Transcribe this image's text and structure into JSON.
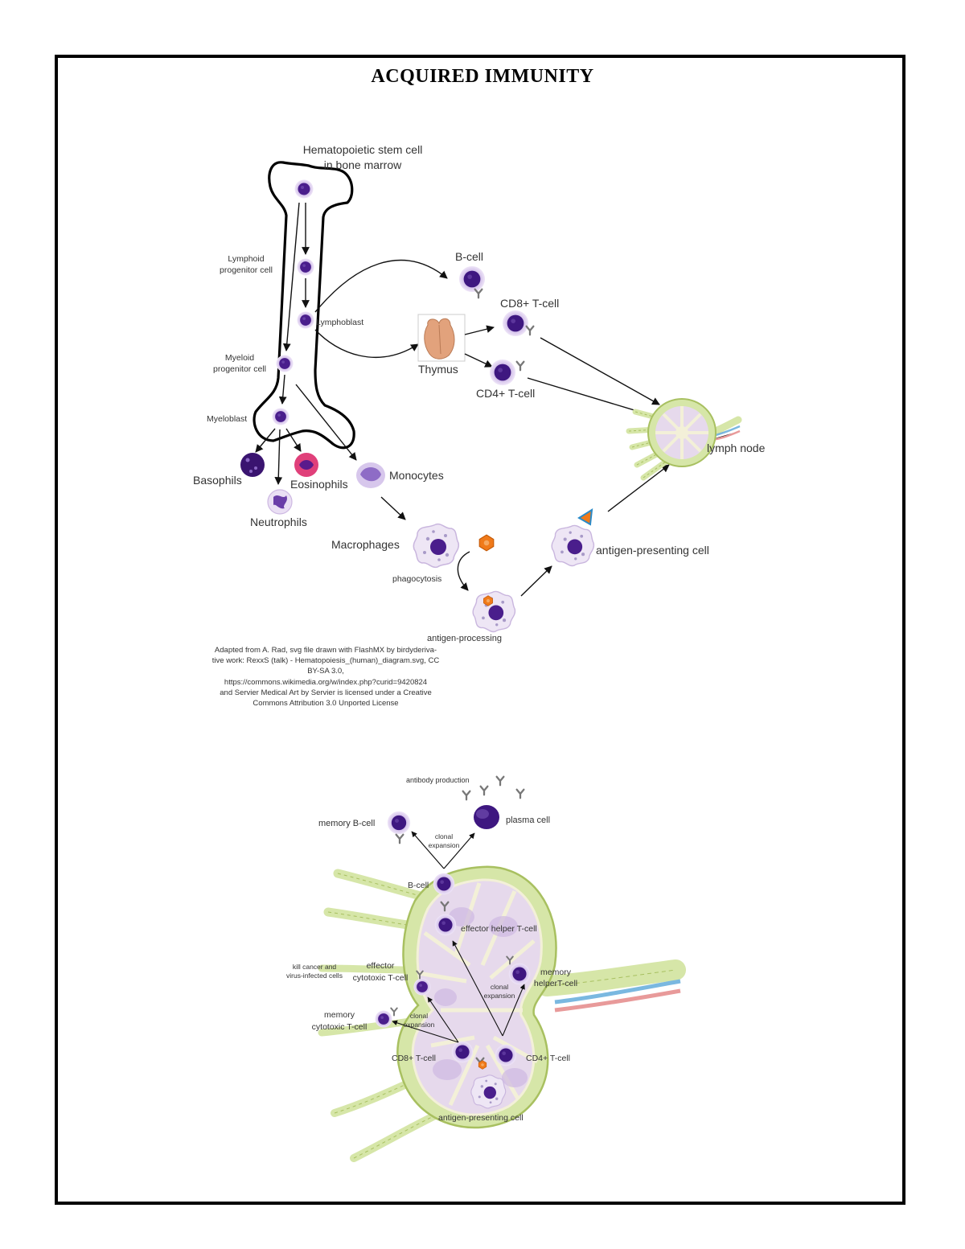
{
  "title": "ACQUIRED IMMUNITY",
  "colors": {
    "cell_dark": "#4a1e8c",
    "cell_halo": "#d9c9ee",
    "lymph_green": "#d6e6a8",
    "lymph_outline": "#a8c060",
    "lymph_interior": "#e6d9ec",
    "antigen_orange": "#f07a1a",
    "eosinophil_pink": "#e0407a"
  },
  "diagram1": {
    "stem_cell": [
      "Hematopoietic stem cell",
      "in bone marrow"
    ],
    "lymphoid": [
      "Lymphoid",
      "progenitor cell"
    ],
    "lymphoblast": "Lymphoblast",
    "myeloid": [
      "Myeloid",
      "progenitor cell"
    ],
    "myeloblast": "Myeloblast",
    "basophils": "Basophils",
    "eosinophils": "Eosinophils",
    "neutrophils": "Neutrophils",
    "monocytes": "Monocytes",
    "macrophages": "Macrophages",
    "phagocytosis": "phagocytosis",
    "antigen_processing": "antigen-processing",
    "antigen_presenting_cell": "antigen-presenting cell",
    "b_cell": "B-cell",
    "cd8": "CD8+ T-cell",
    "cd4": "CD4+ T-cell",
    "thymus": "Thymus",
    "lymph_node": "lymph node"
  },
  "credit_lines": [
    "Adapted from A. Rad, svg file drawn with FlashMX by  birdyderiva-",
    "tive work: RexxS (talk) - Hematopoiesis_(human)_diagram.svg, CC",
    "BY-SA 3.0,",
    "https://commons.wikimedia.org/w/index.php?curid=9420824",
    "and Servier Medical Art by Servier is licensed under a Creative",
    "Commons Attribution 3.0 Unported License"
  ],
  "diagram2": {
    "antibody_production": "antibody production",
    "memory_b_cell": "memory B-cell",
    "plasma_cell": "plasma cell",
    "clonal_expansion": [
      "clonal",
      "expansion"
    ],
    "b_cell": "B-cell",
    "effector_helper": "effector helper T-cell",
    "kill": [
      "kill cancer and",
      "virus-infected cells"
    ],
    "effector_cytotoxic": [
      "effector",
      "cytotoxic T-cell"
    ],
    "memory_helper": [
      "memory",
      "helperT-cell"
    ],
    "memory_cytotoxic": [
      "memory",
      "cytotoxic T-cell"
    ],
    "clonal_expansion_2": [
      "clonal",
      "expansion"
    ],
    "clonal_expansion_3": [
      "clonal",
      "expansion"
    ],
    "cd8": "CD8+ T-cell",
    "cd4": "CD4+ T-cell",
    "antigen_presenting_cell": "antigen-presenting cell"
  }
}
